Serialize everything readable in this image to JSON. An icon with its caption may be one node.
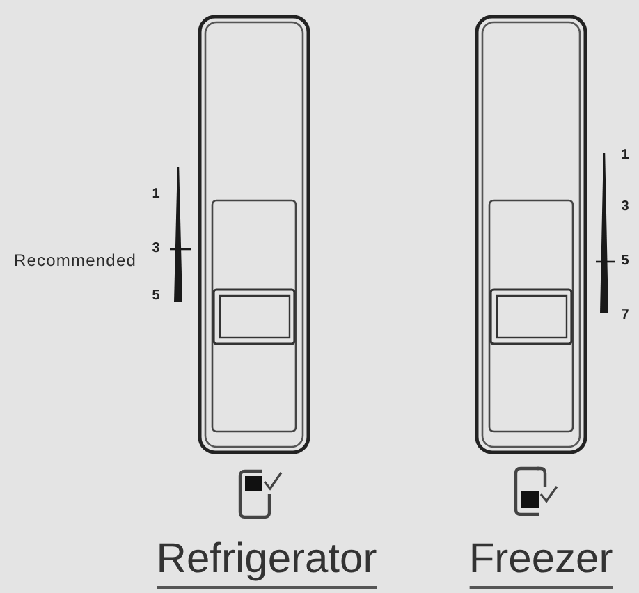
{
  "diagram": {
    "labels": [
      "1",
      "Recommended",
      "3",
      "5",
      "1",
      "3",
      "5",
      "7",
      "Refrigerator",
      "Freezer"
    ]
  }
}
